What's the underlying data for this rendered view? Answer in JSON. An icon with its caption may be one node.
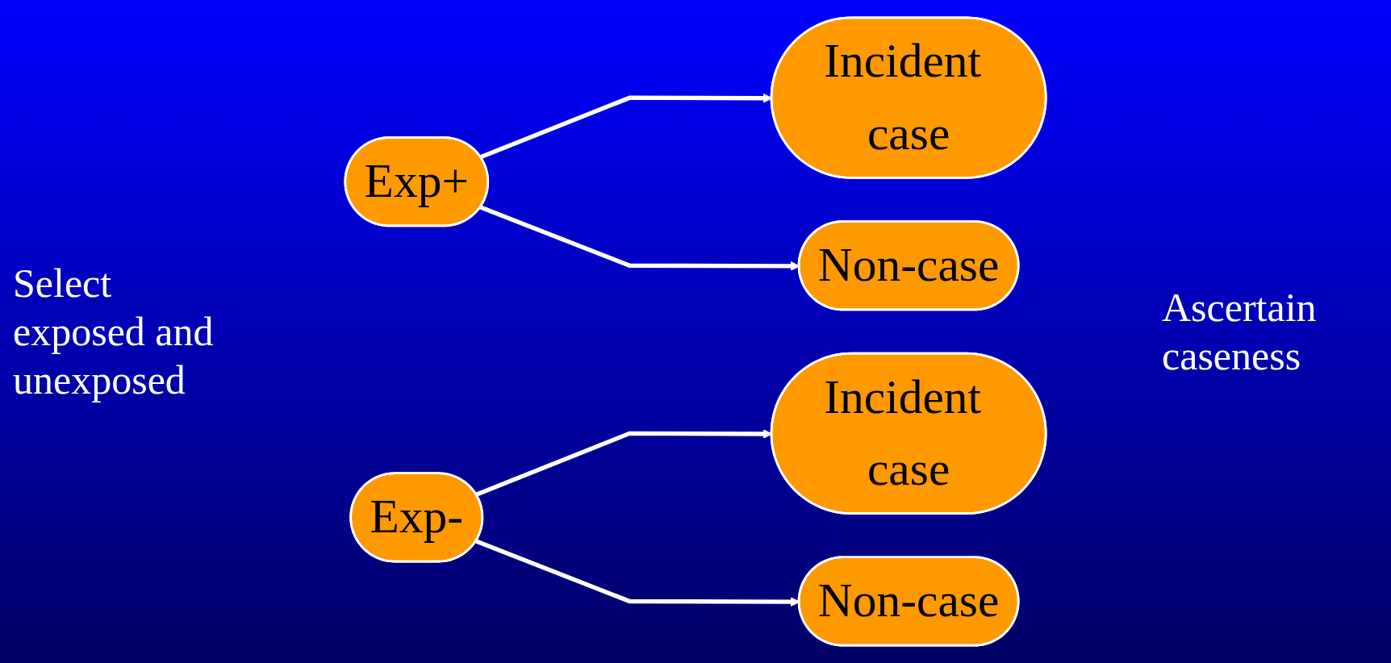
{
  "diagram": {
    "nodes": [
      {
        "text": [
          "Exp+"
        ]
      },
      {
        "text": [
          "Exp-"
        ]
      },
      {
        "text": [
          "Incident case"
        ]
      },
      {
        "text": [
          "Non-case"
        ]
      },
      {
        "text": [
          "Incident case"
        ]
      },
      {
        "text": [
          "Non-case"
        ]
      }
    ],
    "edges": [
      {
        "from": 0,
        "to": 2,
        "arrow": "to"
      },
      {
        "from": 0,
        "to": 3,
        "arrow": "to"
      },
      {
        "from": 1,
        "to": 4,
        "arrow": "to"
      },
      {
        "from": 1,
        "to": 5,
        "arrow": "to"
      }
    ],
    "labels": [
      "Select exposed and unexposed",
      "Ascertain caseness"
    ]
  }
}
